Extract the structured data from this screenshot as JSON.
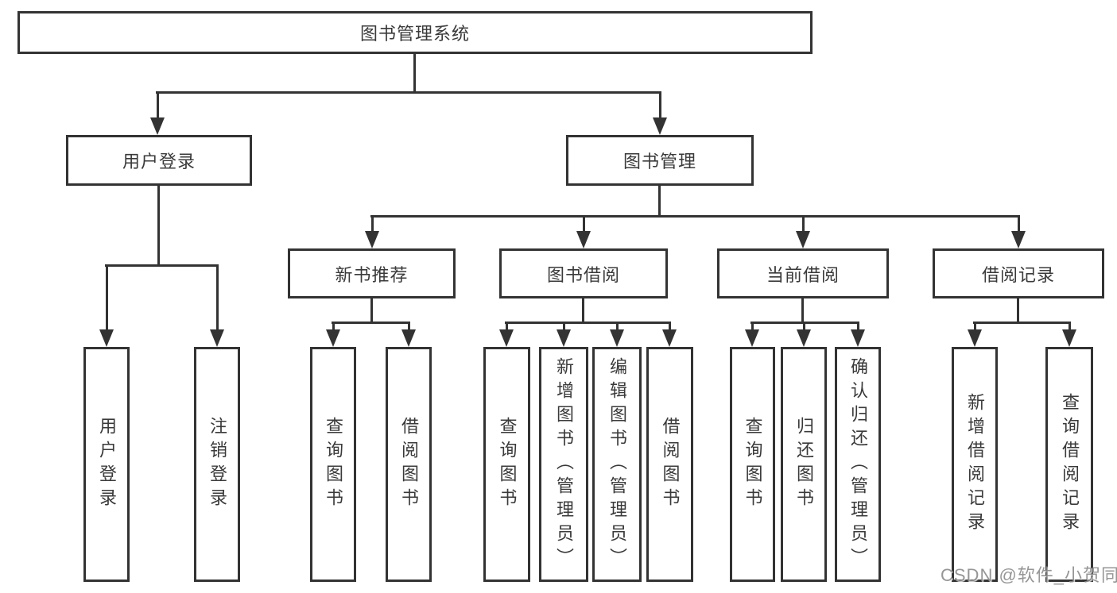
{
  "tree": {
    "root": {
      "label": "图书管理系统"
    },
    "level2": [
      {
        "label": "用户登录"
      },
      {
        "label": "图书管理"
      }
    ],
    "login_children": [
      {
        "label": "用户登录"
      },
      {
        "label": "注销登录"
      }
    ],
    "modules": [
      {
        "label": "新书推荐"
      },
      {
        "label": "图书借阅"
      },
      {
        "label": "当前借阅"
      },
      {
        "label": "借阅记录"
      }
    ],
    "new_book_children": [
      {
        "label": "查询图书"
      },
      {
        "label": "借阅图书"
      }
    ],
    "borrow_children": [
      {
        "label": "查询图书"
      },
      {
        "label": "新增图书（管理员）"
      },
      {
        "label": "编辑图书（管理员）"
      },
      {
        "label": "借阅图书"
      }
    ],
    "current_children": [
      {
        "label": "查询图书"
      },
      {
        "label": "归还图书"
      },
      {
        "label": "确认归还（管理员）"
      }
    ],
    "record_children": [
      {
        "label": "新增借阅记录"
      },
      {
        "label": "查询借阅记录"
      }
    ]
  },
  "watermark": {
    "text": "CSDN @软件_小贺同学"
  },
  "colors": {
    "line": "#333333",
    "text": "#3a3a3a",
    "background": "#ffffff",
    "watermark": "#888888"
  }
}
